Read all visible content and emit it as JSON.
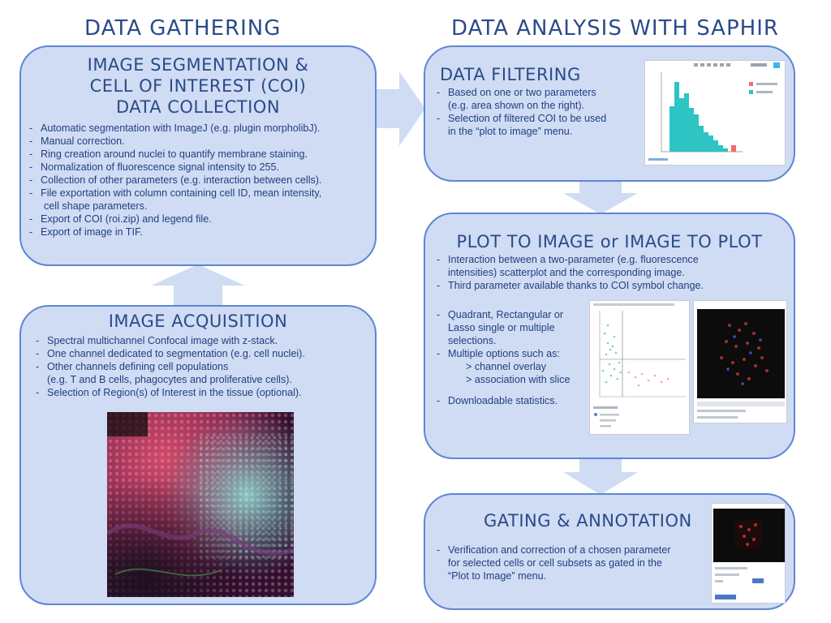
{
  "headings": {
    "left": "DATA GATHERING",
    "right": "DATA ANALYSIS WITH SAPHIR"
  },
  "segmentation": {
    "title_lines": [
      "IMAGE SEGMENTATION &",
      "CELL OF INTEREST (COI)",
      "DATA COLLECTION"
    ],
    "bullets": [
      "Automatic segmentation with ImageJ (e.g. plugin morpholibJ).",
      "Manual correction.",
      "Ring creation around nuclei to quantify membrane staining.",
      "Normalization of  fluorescence signal intensity to 255.",
      "Collection of other parameters (e.g. interaction between cells).",
      "File exportation with column containing cell ID, mean intensity,",
      "cell shape parameters.",
      "Export of COI (roi.zip) and legend file.",
      "Export of image in TIF."
    ]
  },
  "acquisition": {
    "title": "IMAGE ACQUISITION",
    "bullets": [
      "Spectral multichannel Confocal image with z-stack.",
      "One channel dedicated to segmentation (e.g. cell nuclei).",
      "Other channels defining cell populations",
      "(e.g. T and B cells, phagocytes and proliferative cells).",
      "Selection of Region(s) of Interest in the tissue (optional)."
    ]
  },
  "filtering": {
    "title": "DATA FILTERING",
    "bullets": [
      "Based on one or two parameters",
      "(e.g. area shown on the right).",
      "Selection of filtered COI to be used",
      "in the “plot to image” menu."
    ]
  },
  "plot_to_image": {
    "title": "PLOT TO IMAGE or IMAGE TO PLOT",
    "bullets_top": [
      "Interaction between a two-parameter (e.g. fluorescence",
      "intensities) scatterplot and the corresponding image.",
      "Third parameter available thanks to COI symbol change."
    ],
    "bullets_left": [
      "Quadrant, Rectangular or",
      "Lasso single or multiple",
      "selections.",
      "Multiple options such as:",
      "> channel overlay",
      "> association with slice",
      "Downloadable statistics."
    ]
  },
  "gating": {
    "title": "GATING & ANNOTATION",
    "bullets": [
      "Verification and correction of a chosen parameter",
      "for selected cells or cell subsets as gated in the",
      "“Plot to Image” menu."
    ]
  },
  "colors": {
    "box_fill": "#cfdcf3",
    "box_border": "#5f86d3",
    "title_text": "#2b4a8a",
    "histogram_teal": "#2ec4c4",
    "legend_red": "#f26b6b"
  }
}
